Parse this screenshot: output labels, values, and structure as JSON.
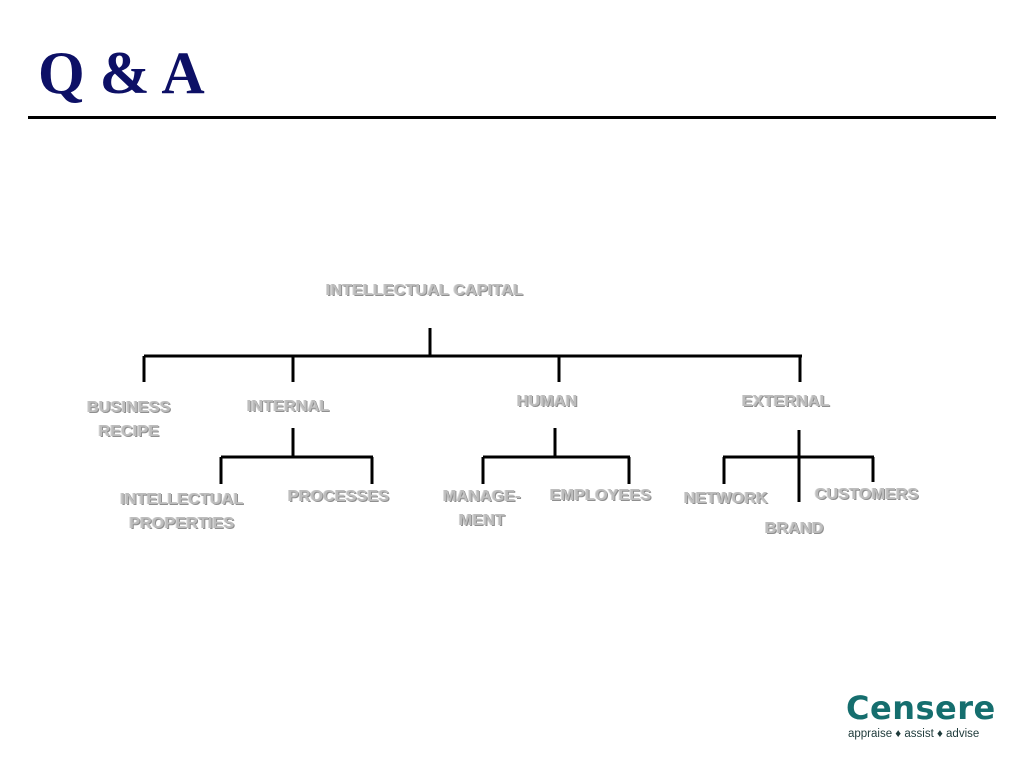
{
  "slide": {
    "title": "Q & A"
  },
  "diagram": {
    "nodes": {
      "root": "INTELLECTUAL CAPITAL",
      "business_recipe": "BUSINESS\nRECIPE",
      "internal": "INTERNAL",
      "human": "HUMAN",
      "external": "EXTERNAL",
      "intellectual_properties": "INTELLECTUAL\nPROPERTIES",
      "processes": "PROCESSES",
      "management": "MANAGE-\nMENT",
      "employees": "EMPLOYEES",
      "network": "NETWORK",
      "brand": "BRAND",
      "customers": "CUSTOMERS"
    },
    "edges": [
      [
        "root",
        "business_recipe"
      ],
      [
        "root",
        "internal"
      ],
      [
        "root",
        "human"
      ],
      [
        "root",
        "external"
      ],
      [
        "internal",
        "intellectual_properties"
      ],
      [
        "internal",
        "processes"
      ],
      [
        "human",
        "management"
      ],
      [
        "human",
        "employees"
      ],
      [
        "external",
        "network"
      ],
      [
        "external",
        "brand"
      ],
      [
        "external",
        "customers"
      ]
    ],
    "line_color": "#000000",
    "label_color": "#bdbdbd"
  },
  "logo": {
    "name": "Censere",
    "tagline": "appraise ♦ assist ♦ advise",
    "color": "#156e6e"
  }
}
